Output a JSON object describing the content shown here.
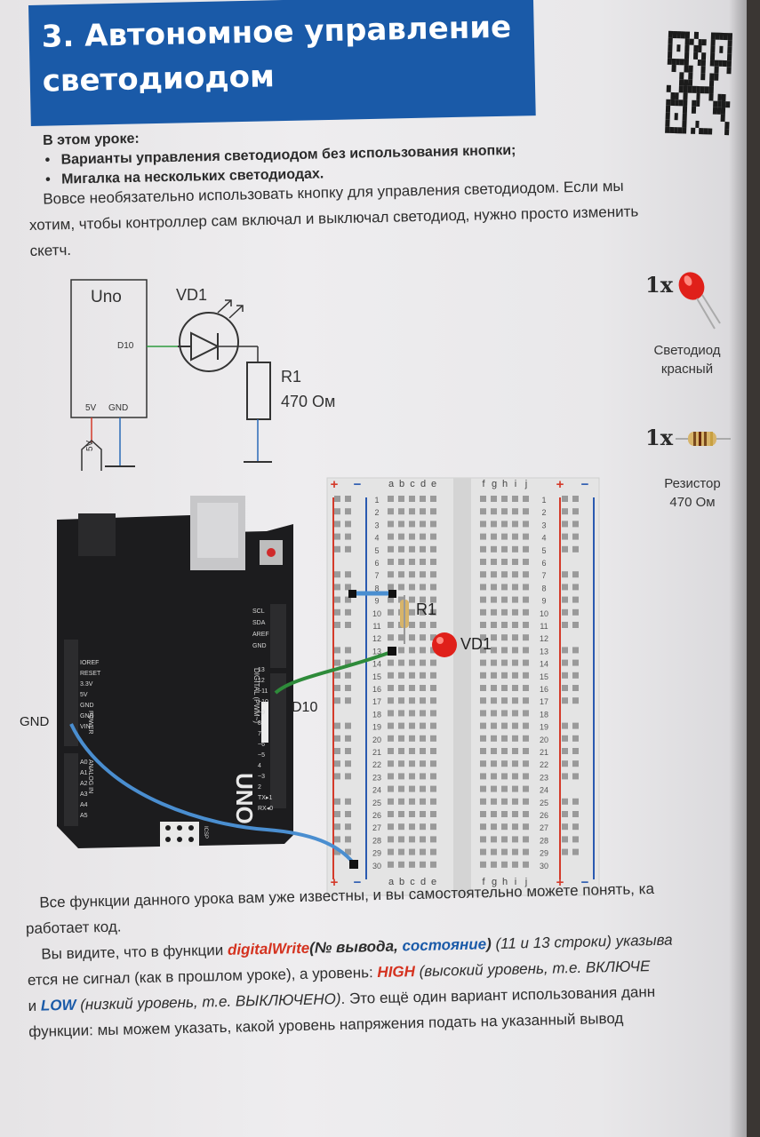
{
  "title": {
    "line1": "3. Автономное управление",
    "line2": "светодиодом"
  },
  "lesson": {
    "heading": "В этом уроке:",
    "items": [
      "Варианты управления светодиодом без использования кнопки;",
      "Мигалка на нескольких светодиодах."
    ]
  },
  "intro": {
    "lines": [
      "Вовсе необязательно использовать кнопку для управления светодиодом. Если мы",
      "хотим, чтобы контроллер сам включал и выключал светодиод, нужно просто изменить",
      "скетч."
    ]
  },
  "schematic": {
    "board": "Uno",
    "pin_d10": "D10",
    "pin_5v": "5V",
    "pin_gnd": "GND",
    "source_5v": "5V",
    "led": "VD1",
    "resistor": "R1",
    "resistor_value": "470 Ом"
  },
  "parts": [
    {
      "qty": "1x",
      "name_line1": "Светодиод",
      "name_line2": "красный",
      "icon": "red-led-icon"
    },
    {
      "qty": "1x",
      "name_line1": "Резистор",
      "name_line2": "470 Ом",
      "icon": "resistor-icon"
    }
  ],
  "wiring": {
    "gnd_label": "GND",
    "d10_label": "D10",
    "r1_label": "R1",
    "vd1_label": "VD1",
    "board_text": "UNO",
    "board_pins_left": [
      "IOREF",
      "RESET",
      "3.3V",
      "5V",
      "GND",
      "GND",
      "VIN"
    ],
    "board_pins_analog": [
      "A0",
      "A1",
      "A2",
      "A3",
      "A4",
      "A5"
    ],
    "board_pins_right_top": [
      "SCL",
      "SDA",
      "AREF",
      "GND"
    ],
    "board_pins_digital": [
      "13",
      "12",
      "~11",
      "~10",
      "~9",
      "8",
      "7",
      "~6",
      "~5",
      "4",
      "~3",
      "2",
      "TX▸1",
      "RX◂0"
    ],
    "power_label": "POWER",
    "analog_label": "ANALOG IN",
    "digital_label": "DIGITAL (PWM~)",
    "icsp_label": "ICSP",
    "breadboard_cols_left": [
      "a",
      "b",
      "c",
      "d",
      "e"
    ],
    "breadboard_cols_right": [
      "f",
      "g",
      "h",
      "i",
      "j"
    ],
    "plus": "+",
    "minus": "−",
    "rows": 30
  },
  "outro": {
    "p1_line1": "Все функции данного урока вам уже известны, и вы самостоятельно можете понять, ка",
    "p1_line2": "работает код.",
    "p2_a": "Вы видите, что в функции ",
    "p2_fn": "digitalWrite",
    "p2_paren_open": "(",
    "p2_arg1": "№ вывода, ",
    "p2_arg2": "состояние",
    "p2_paren_close": ")",
    "p2_b": " (11 и 13 строки) указыва",
    "p2_line2": "ется не сигнал (как в прошлом уроке), а уровень: ",
    "p2_high": "HIGH",
    "p2_high_desc": " (высокий уровень, т.е. ВКЛЮЧЕ",
    "p2_line3_a": "и ",
    "p2_low": "LOW",
    "p2_low_desc": " (низкий уровень, т.е. ВЫКЛЮЧЕНО)",
    "p2_line3_b": ". Это ещё один вариант использования данн",
    "p2_line4": "функции: мы можем указать, какой уровень напряжения подать на указанный вывод"
  }
}
